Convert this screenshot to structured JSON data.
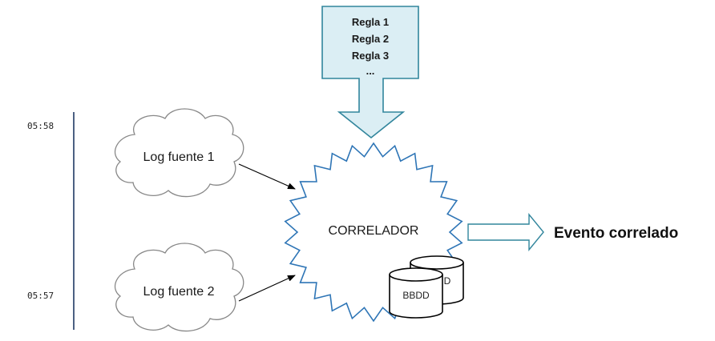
{
  "timeline": {
    "top_time": "05:58",
    "bottom_time": "05:57"
  },
  "rules_box": {
    "rules": [
      "Regla 1",
      "Regla 2",
      "Regla 3",
      "..."
    ]
  },
  "sources": [
    {
      "label": "Log fuente 1"
    },
    {
      "label": "Log fuente 2"
    }
  ],
  "correlator": {
    "label": "CORRELADOR",
    "database_front_label": "BBDD",
    "database_back_label": "D"
  },
  "output": {
    "label": "Evento correlado"
  },
  "colors": {
    "burst_stroke": "#2e75b6",
    "rules_fill": "#dbeef4",
    "rules_stroke": "#31859c",
    "arrow_stroke": "#31859c",
    "timeline": "#1f3864"
  }
}
